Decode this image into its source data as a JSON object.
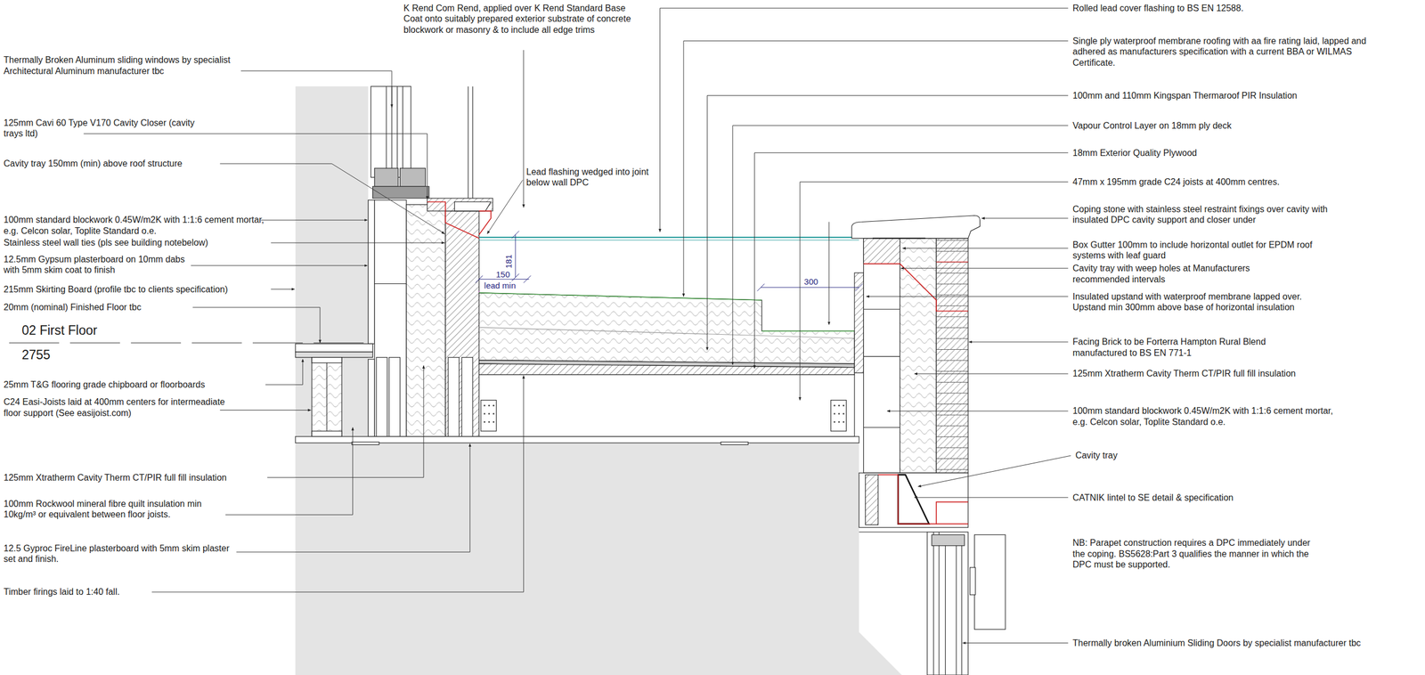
{
  "diagram": {
    "labels": [
      "Thermally Broken Aluminum sliding windows by specialist Architectural Aluminum manufacturer tbc",
      "125mm Cavi 60 Type V170 Cavity Closer (cavity trays ltd)",
      "Cavity tray 150mm (min) above roof structure",
      "100mm standard blockwork 0.45W/m2K with 1:1:6 cement mortar, e.g. Celcon solar, Toplite Standard o.e.",
      "Stainless steel wall ties (pls see building notebelow)",
      "12.5mm Gypsum plasterboard on 10mm dabs with 5mm skim coat to finish",
      "215mm Skirting Board (profile tbc to clients specification)",
      "20mm (nominal) Finished Floor tbc",
      "02 First Floor",
      "2755",
      "25mm T&G flooring grade chipboard or floorboards",
      "C24 Easi-Joists laid at 400mm centers for intermeadiate floor support (See easijoist.com)",
      "125mm Xtratherm Cavity Therm CT/PIR full fill insulation",
      "100mm Rockwool mineral fibre quilt insulation min 10kg/m³ or equivalent between floor joists.",
      "12.5 Gyproc FireLine plasterboard with 5mm skim plaster set and finish.",
      "Timber firings laid to 1:40 fall.",
      "K Rend Com Rend, applied over K Rend Standard Base Coat onto suitably prepared exterior substrate of concrete blockwork or masonry & to include all edge trims",
      "Lead flashing wedged into joint below wall DPC",
      "181",
      "150",
      "lead min",
      "300",
      "Rolled lead cover flashing to BS EN 12588.",
      "Single ply waterproof membrane roofing with aa fire rating laid, lapped and adhered as manufacturers specification with a current BBA or WILMAS Certificate.",
      "100mm and 110mm Kingspan Thermaroof PIR Insulation",
      "Vapour Control Layer on 18mm ply deck",
      "18mm Exterior Quality Plywood",
      "47mm x 195mm grade C24 joists at 400mm centres.",
      "Coping stone with stainless steel restraint fixings over cavity with insulated DPC cavity support and closer under",
      "Box Gutter 100mm to include horizontal outlet for EPDM roof systems with leaf guard",
      "Cavity tray with weep holes at Manufacturers recommended intervals",
      "Insulated upstand with waterproof membrane lapped over. Upstand min 300mm above base of horizontal insulation",
      "Facing Brick to be Forterra Hampton Rural Blend manufactured to BS EN 771-1",
      "125mm Xtratherm Cavity Therm CT/PIR full fill insulation",
      "100mm standard blockwork 0.45W/m2K with 1:1:6 cement mortar, e.g. Celcon solar, Toplite Standard o.e.",
      "Cavity tray",
      "CATNIK lintel to SE detail & specification",
      "NB: Parapet construction requires a DPC immediately under the coping. BS5628:Part 3 qualifies the manner in which the DPC must be supported.",
      "Thermally broken Aluminium Sliding Doors by specialist manufacturer tbc"
    ]
  }
}
